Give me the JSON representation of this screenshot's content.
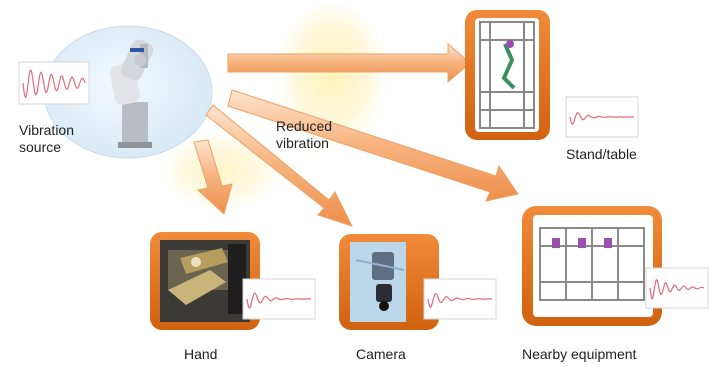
{
  "labels": {
    "vibration_source": [
      "Vibration",
      "source"
    ],
    "reduced_vibration": [
      "Reduced",
      "vibration"
    ],
    "stand_table": "Stand/table",
    "hand": "Hand",
    "camera": "Camera",
    "nearby_equipment": "Nearby equipment"
  },
  "colors": {
    "arrow": "#f2a46a",
    "arrow_light": "#fbe6d3",
    "card": "#e87722",
    "card_dark": "#c75a10",
    "source_blob": "#dcecf7",
    "glow": "#fbf1b3",
    "wave": "#e26a7d",
    "frame": "#8e8e8e"
  },
  "icons": [
    "robot-arm-icon",
    "stand-frame-icon",
    "gripper-photo-icon",
    "camera-photo-icon",
    "equipment-rack-icon",
    "waveform-icon"
  ]
}
